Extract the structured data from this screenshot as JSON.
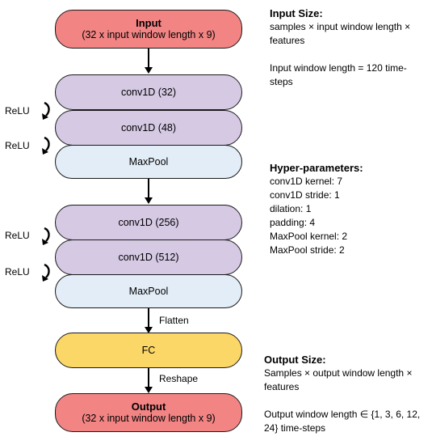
{
  "nodes": {
    "input": {
      "title": "Input",
      "subtitle": "(32 x input window length x 9)"
    },
    "conv1": "conv1D (32)",
    "conv2": "conv1D (48)",
    "pool1": "MaxPool",
    "conv3": "conv1D (256)",
    "conv4": "conv1D (512)",
    "pool2": "MaxPool",
    "fc": "FC",
    "output": {
      "title": "Output",
      "subtitle": "(32 x input window length x 9)"
    }
  },
  "edges": {
    "flatten": "Flatten",
    "reshape": "Reshape"
  },
  "activations": {
    "relu": "ReLU"
  },
  "colors": {
    "input_output": "#f28484",
    "conv": "#d6c9e4",
    "pool": "#e3edf7",
    "fc": "#fbd767"
  },
  "panels": {
    "input_size": {
      "heading": "Input Size:",
      "line1": "samples × input window length ×",
      "line2": "features",
      "note1": "Input window length = 120 time-",
      "note2": "steps"
    },
    "hyper": {
      "heading": "Hyper-parameters:",
      "items": [
        "conv1D kernel: 7",
        "conv1D stride: 1",
        "dilation: 1",
        "padding: 4",
        "MaxPool kernel: 2",
        "MaxPool stride: 2"
      ]
    },
    "output_size": {
      "heading": "Output Size:",
      "line1": "Samples × output window length ×",
      "line2": "features",
      "note1": "Output window length ∈ {1, 3, 6, 12,",
      "note2": "24} time-steps"
    }
  }
}
